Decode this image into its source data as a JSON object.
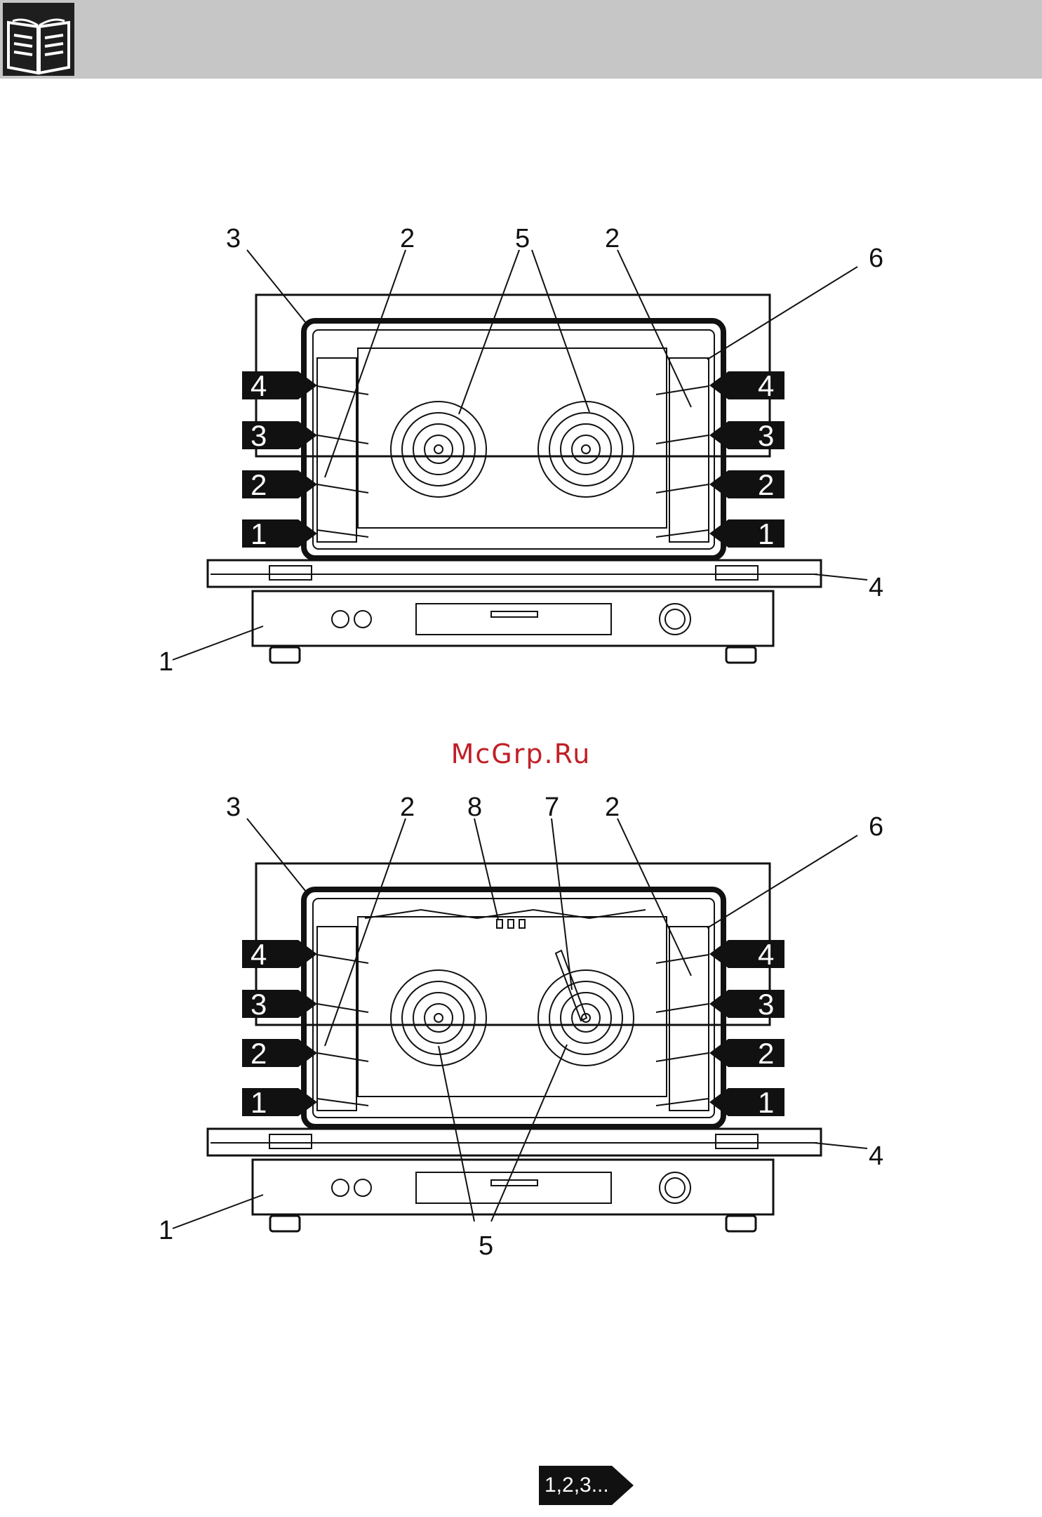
{
  "header": {
    "icon": "open-book-icon"
  },
  "watermark": "McGrp.Ru",
  "figure_top": {
    "callouts": {
      "c1": "1",
      "c2a": "2",
      "c2b": "2",
      "c3": "3",
      "c4": "4",
      "c5": "5",
      "c6": "6"
    },
    "shelves_left": [
      "4",
      "3",
      "2",
      "1"
    ],
    "shelves_right": [
      "4",
      "3",
      "2",
      "1"
    ]
  },
  "figure_bottom": {
    "callouts": {
      "c1": "1",
      "c2a": "2",
      "c2b": "2",
      "c3": "3",
      "c4": "4",
      "c5": "5",
      "c6": "6",
      "c7": "7",
      "c8": "8"
    },
    "shelves_left": [
      "4",
      "3",
      "2",
      "1"
    ],
    "shelves_right": [
      "4",
      "3",
      "2",
      "1"
    ]
  },
  "footer": {
    "label": "1,2,3...",
    "icon": "next-arrow-icon"
  }
}
